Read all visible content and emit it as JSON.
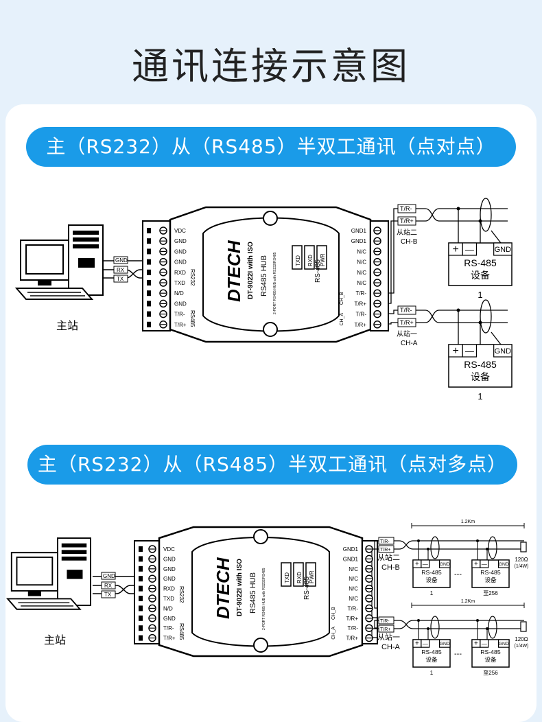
{
  "page": {
    "title": "通讯连接示意图",
    "section1_title": "主（RS232）从（RS485）半双工通讯（点对点）",
    "section2_title": "主（RS232）从（RS485）半双工通讯（点对多点）"
  },
  "colors": {
    "background": "#e6f1fb",
    "pill": "#1a9be8",
    "card": "#ffffff",
    "ink": "#222222"
  },
  "device": {
    "brand": "DTECH",
    "model": "DT-9022I with ISO",
    "hub_label": "RS485 HUB",
    "sub_label": "2-PORT RS485 HUB with RS232/RS485",
    "leds": [
      "TXD",
      "RXD",
      "PWR"
    ],
    "rs485_label": "RS-485",
    "left_terminals": [
      "VDC",
      "GND",
      "GND",
      "GND",
      "RXD",
      "TXD",
      "N/D",
      "GND",
      "T/R-",
      "T/R+"
    ],
    "rs232_tag": "RS232",
    "rs485_tag": "RS485",
    "right_terminals": [
      "GND1",
      "GND1",
      "N/C",
      "N/C",
      "N/C",
      "N/C",
      "T/R-",
      "T/R+",
      "T/R-",
      "T/R+"
    ],
    "ch_b_tag": "CH_B",
    "ch_a_tag": "CH_A"
  },
  "host": {
    "label": "主站",
    "wires": [
      "GND",
      "RX",
      "TX"
    ]
  },
  "diagram1": {
    "slaves": [
      {
        "name": "从站二",
        "channel": "CH-B",
        "tr_minus": "T/R-",
        "tr_plus": "T/R+",
        "plus": "+",
        "minus": "—",
        "gnd": "GND",
        "device": "RS-485",
        "device2": "设备",
        "index": "1"
      },
      {
        "name": "从站一",
        "channel": "CH-A",
        "tr_minus": "T/R-",
        "tr_plus": "T/R+",
        "plus": "+",
        "minus": "—",
        "gnd": "GND",
        "device": "RS-485",
        "device2": "设备",
        "index": "1"
      }
    ]
  },
  "diagram2": {
    "distance": "1.2Km",
    "resistor": "120Ω",
    "resistor_note": "(1/4W)",
    "dash": "---",
    "slaves": [
      {
        "name": "从站二",
        "channel": "CH-B",
        "tr_minus": "T/R-",
        "tr_plus": "T/R+",
        "first": "1",
        "last": "至256"
      },
      {
        "name": "从站一",
        "channel": "CH-A",
        "tr_minus": "T/R-",
        "tr_plus": "T/R+",
        "first": "1",
        "last": "至256"
      }
    ],
    "device_box": {
      "plus": "+",
      "minus": "—",
      "gnd": "GND",
      "device": "RS-485",
      "device2": "设备"
    }
  }
}
